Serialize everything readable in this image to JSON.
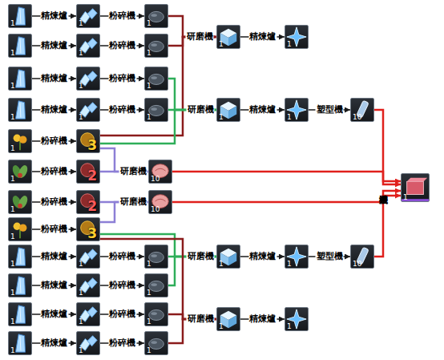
{
  "diagram": {
    "nodes": [
      {
        "text": [
          "1"
        ]
      },
      {
        "text": [
          "1"
        ]
      },
      {
        "text": [
          "1"
        ]
      },
      {
        "text": [
          "1"
        ]
      },
      {
        "text": [
          "1"
        ]
      },
      {
        "text": [
          "1"
        ]
      },
      {
        "text": [
          "1"
        ]
      },
      {
        "text": [
          "1"
        ]
      },
      {
        "text": [
          "1"
        ]
      },
      {
        "text": [
          "1"
        ]
      },
      {
        "text": [
          "1"
        ]
      },
      {
        "text": [
          "1"
        ]
      },
      {
        "text": [
          "1"
        ]
      },
      {
        "text": [
          "1"
        ]
      },
      {
        "text": [
          "1"
        ]
      },
      {
        "text": [
          "1"
        ]
      },
      {
        "text": [
          "10"
        ]
      },
      {
        "text": [
          "1"
        ]
      },
      {
        "text": [
          "3"
        ]
      },
      {
        "text": [
          "1"
        ]
      },
      {
        "text": [
          "2"
        ]
      },
      {
        "text": [
          "10"
        ]
      },
      {
        "text": [
          "1"
        ]
      },
      {
        "text": [
          "1"
        ]
      },
      {
        "text": [
          "2"
        ]
      },
      {
        "text": [
          "10"
        ]
      },
      {
        "text": [
          "1"
        ]
      },
      {
        "text": [
          "3"
        ]
      },
      {
        "text": [
          "1"
        ]
      },
      {
        "text": [
          "1"
        ]
      },
      {
        "text": [
          "1"
        ]
      },
      {
        "text": [
          "1"
        ]
      },
      {
        "text": [
          "1"
        ]
      },
      {
        "text": [
          "10"
        ]
      },
      {
        "text": [
          "1"
        ]
      },
      {
        "text": [
          "1"
        ]
      },
      {
        "text": [
          "1"
        ]
      },
      {
        "text": [
          "1"
        ]
      },
      {
        "text": [
          "1"
        ]
      },
      {
        "text": [
          "1"
        ]
      },
      {
        "text": [
          "1"
        ]
      },
      {
        "text": [
          "1"
        ]
      },
      {
        "text": [
          "1"
        ]
      },
      {
        "text": [
          "1"
        ]
      },
      {
        "text": [
          "1"
        ]
      }
    ],
    "edges": [
      {
        "from": 0,
        "to": 1,
        "arrow": "to",
        "label": "精煉爐"
      },
      {
        "from": 1,
        "to": 2,
        "arrow": "to",
        "label": "粉碎機"
      },
      {
        "from": 5,
        "to": 6,
        "arrow": "to",
        "label": "精煉爐"
      },
      {
        "from": 6,
        "to": 7,
        "arrow": "to",
        "label": "粉碎機"
      },
      {
        "from": 8,
        "to": 9,
        "arrow": "to",
        "label": "精煉爐"
      },
      {
        "from": 9,
        "to": 10,
        "arrow": "to",
        "label": "粉碎機"
      },
      {
        "from": 11,
        "to": 12,
        "arrow": "to",
        "label": "精煉爐"
      },
      {
        "from": 12,
        "to": 13,
        "arrow": "to",
        "label": "粉碎機"
      },
      {
        "from": 2,
        "to": 3,
        "arrow": "to"
      },
      {
        "from": 7,
        "to": 3,
        "arrow": "to",
        "label": "研磨機"
      },
      {
        "from": 18,
        "to": 3,
        "arrow": "to"
      },
      {
        "from": 3,
        "to": 4,
        "arrow": "to",
        "label": "精煉爐"
      },
      {
        "from": 10,
        "to": 14,
        "arrow": "to"
      },
      {
        "from": 13,
        "to": 14,
        "arrow": "to",
        "label": "研磨機"
      },
      {
        "from": 18,
        "to": 14,
        "arrow": "to"
      },
      {
        "from": 14,
        "to": 15,
        "arrow": "to",
        "label": "精煉爐"
      },
      {
        "from": 15,
        "to": 16,
        "arrow": "to",
        "label": "塑型機"
      },
      {
        "from": 17,
        "to": 18,
        "arrow": "to",
        "label": "粉碎機"
      },
      {
        "from": 19,
        "to": 20,
        "arrow": "to",
        "label": "粉碎機"
      },
      {
        "from": 20,
        "to": 21,
        "arrow": "to",
        "label": "研磨機"
      },
      {
        "from": 18,
        "to": 21,
        "arrow": "to"
      },
      {
        "from": 23,
        "to": 24,
        "arrow": "to",
        "label": "粉碎機"
      },
      {
        "from": 24,
        "to": 25,
        "arrow": "to",
        "label": "研磨機"
      },
      {
        "from": 27,
        "to": 25,
        "arrow": "to"
      },
      {
        "from": 26,
        "to": 27,
        "arrow": "to",
        "label": "粉碎機"
      },
      {
        "from": 16,
        "to": 22,
        "arrow": "to"
      },
      {
        "from": 21,
        "to": 22,
        "arrow": "to",
        "label": "灌裝機"
      },
      {
        "from": 25,
        "to": 22,
        "arrow": "to"
      },
      {
        "from": 33,
        "to": 22,
        "arrow": "to"
      },
      {
        "from": 28,
        "to": 29,
        "arrow": "to",
        "label": "精煉爐"
      },
      {
        "from": 29,
        "to": 30,
        "arrow": "to",
        "label": "粉碎機"
      },
      {
        "from": 34,
        "to": 35,
        "arrow": "to",
        "label": "精煉爐"
      },
      {
        "from": 35,
        "to": 36,
        "arrow": "to",
        "label": "粉碎機"
      },
      {
        "from": 37,
        "to": 38,
        "arrow": "to",
        "label": "精煉爐"
      },
      {
        "from": 38,
        "to": 39,
        "arrow": "to",
        "label": "粉碎機"
      },
      {
        "from": 42,
        "to": 43,
        "arrow": "to",
        "label": "精煉爐"
      },
      {
        "from": 43,
        "to": 44,
        "arrow": "to",
        "label": "粉碎機"
      },
      {
        "from": 27,
        "to": 31,
        "arrow": "to"
      },
      {
        "from": 30,
        "to": 31,
        "arrow": "to",
        "label": "研磨機"
      },
      {
        "from": 36,
        "to": 31,
        "arrow": "to"
      },
      {
        "from": 31,
        "to": 32,
        "arrow": "to",
        "label": "精煉爐"
      },
      {
        "from": 32,
        "to": 33,
        "arrow": "to",
        "label": "塑型機"
      },
      {
        "from": 27,
        "to": 40,
        "arrow": "to"
      },
      {
        "from": 39,
        "to": 40,
        "arrow": "to",
        "label": "研磨機"
      },
      {
        "from": 44,
        "to": 40,
        "arrow": "to"
      },
      {
        "from": 40,
        "to": 41,
        "arrow": "to",
        "label": "精煉爐"
      }
    ]
  }
}
